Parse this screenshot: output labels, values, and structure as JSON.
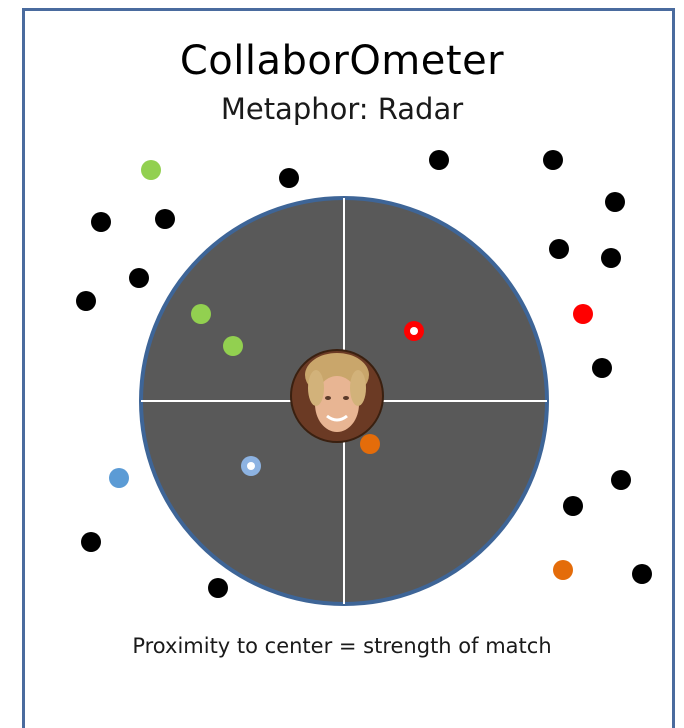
{
  "title": "CollaborOmeter",
  "subtitle": "Metaphor: Radar",
  "caption": "Proximity to center = strength of match",
  "radar": {
    "fill_color": "#595959",
    "rim_color": "#3e6597",
    "crosshair_color": "#ffffff",
    "center_avatar": "user-photo"
  },
  "colors": {
    "black": "#000000",
    "green": "#92d050",
    "red": "#ff0000",
    "blue": "#5b9bd5",
    "orange": "#e46c0a"
  }
}
